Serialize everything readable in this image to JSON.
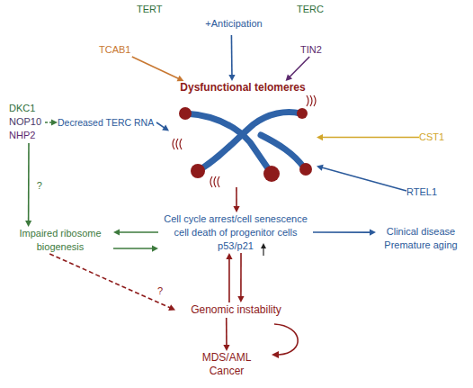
{
  "diagram": {
    "nodes": [
      {
        "text": [
          "TERT",
          "TERC",
          "+Anticipation"
        ]
      },
      {
        "text": [
          "TCAB1"
        ]
      },
      {
        "text": [
          "TIN2"
        ]
      },
      {
        "text": [
          "Dysfunctional telomeres"
        ]
      },
      {
        "text": [
          "DKC1",
          "NOP10",
          "NHP2"
        ]
      },
      {
        "text": [
          "Decreased TERC RNA"
        ]
      },
      {
        "text": [
          "CST1"
        ]
      },
      {
        "text": [
          "RTEL1"
        ]
      },
      {
        "text": [
          "Impaired ribosome biogenesis"
        ]
      },
      {
        "text": [
          "Cell cycle arrest/cell senescence cell death of progenitor cells p53/p21"
        ]
      },
      {
        "text": [
          "Clinical disease Premature aging"
        ]
      },
      {
        "text": [
          "Genomic instability"
        ]
      },
      {
        "text": [
          "MDS/AML Cancer"
        ]
      }
    ],
    "edges": [
      {
        "from": 0,
        "to": 3,
        "arrow": "to"
      },
      {
        "from": 1,
        "to": 3,
        "arrow": "to"
      },
      {
        "from": 2,
        "to": 3,
        "arrow": "to"
      },
      {
        "from": 4,
        "to": 5,
        "arrow": "to"
      },
      {
        "from": 5,
        "to": 3,
        "arrow": "to"
      },
      {
        "from": 6,
        "to": 3,
        "arrow": "to"
      },
      {
        "from": 7,
        "to": 3,
        "arrow": "to"
      },
      {
        "from": 4,
        "to": 8,
        "label": "?",
        "arrow": "to"
      },
      {
        "from": 3,
        "to": 9,
        "arrow": "to"
      },
      {
        "from": 9,
        "to": 8,
        "arrow": "to"
      },
      {
        "from": 8,
        "to": 9,
        "arrow": "to"
      },
      {
        "from": 9,
        "to": 10,
        "arrow": "to"
      },
      {
        "from": 9,
        "to": 11,
        "arrow": "to"
      },
      {
        "from": 11,
        "to": 9,
        "arrow": "to"
      },
      {
        "from": 8,
        "to": 11,
        "label": "?",
        "arrow": "to"
      },
      {
        "from": 11,
        "to": 12,
        "arrow": "to"
      }
    ]
  }
}
